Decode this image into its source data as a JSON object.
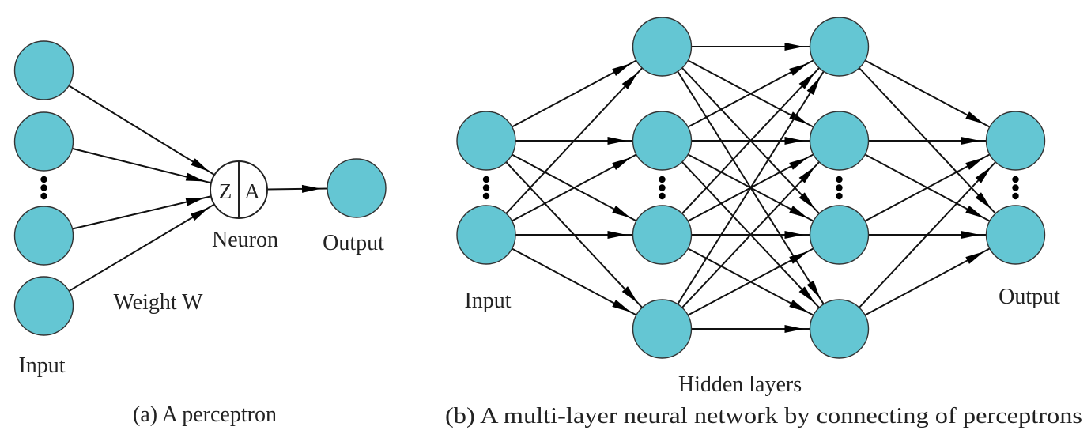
{
  "colors": {
    "node_fill": "#64C6D3",
    "neuron_fill": "#ffffff",
    "edge": "#111111"
  },
  "perceptron": {
    "caption": "(a) A perceptron",
    "input_label": "Input",
    "weight_label": "Weight W",
    "neuron_label": "Neuron",
    "output_label": "Output",
    "neuron_left_symbol": "Z",
    "neuron_right_symbol": "A",
    "input_node_count_shown": 4,
    "ellipsis_after_input": 2
  },
  "network": {
    "caption": "(b) A multi-layer neural network by connecting of perceptrons",
    "input_label": "Input",
    "hidden_label": "Hidden layers",
    "output_label": "Output",
    "layers": [
      {
        "name": "input",
        "nodes_shown": 2,
        "ellipsis": true
      },
      {
        "name": "hidden-1",
        "nodes_shown": 4,
        "ellipsis": true
      },
      {
        "name": "hidden-2",
        "nodes_shown": 4,
        "ellipsis": true
      },
      {
        "name": "output",
        "nodes_shown": 2,
        "ellipsis": true
      }
    ],
    "connectivity": "fully-connected"
  }
}
